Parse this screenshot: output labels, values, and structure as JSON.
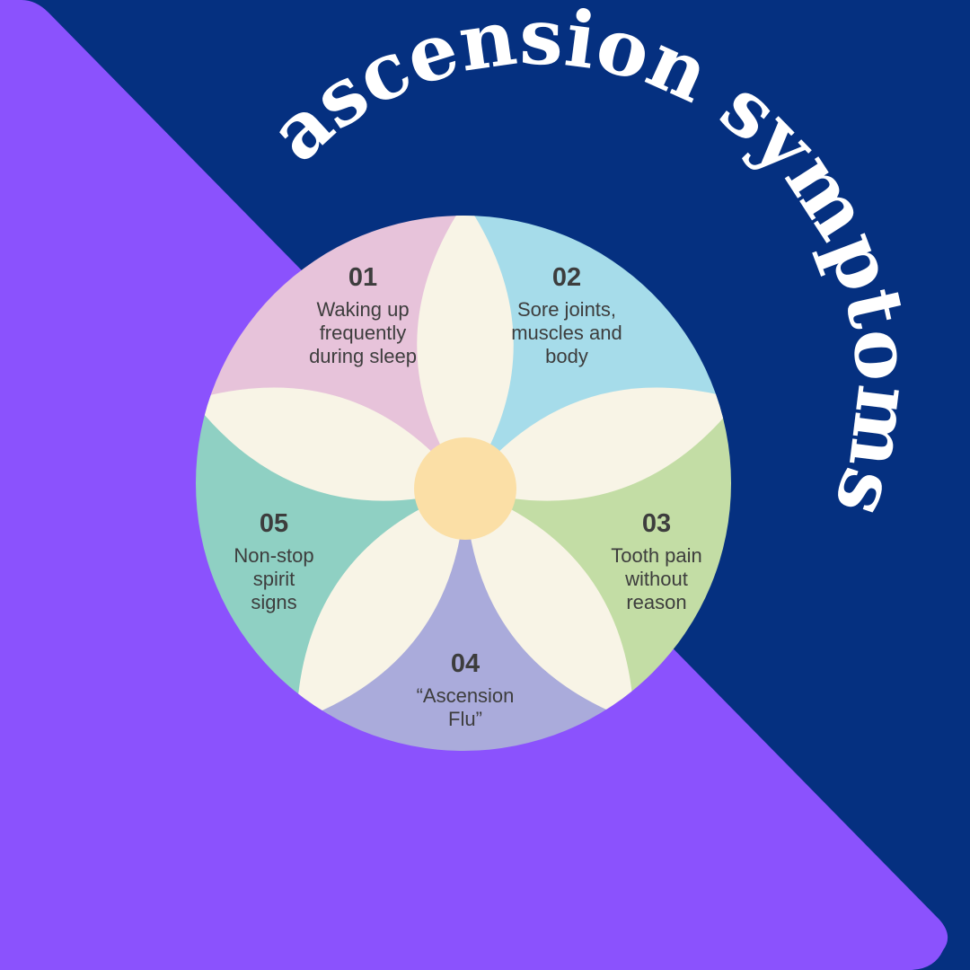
{
  "title": "ascension symptoms",
  "colors": {
    "background_dark": "#053080",
    "background_purple": "#8b52fd",
    "petal": "#f8f4e6",
    "center": "#fbdfa6",
    "title_text": "#ffffff",
    "segment_text": "#3d3d3d"
  },
  "segments": [
    {
      "number": "01",
      "lines": [
        "Waking up",
        "frequently",
        "during sleep"
      ],
      "color": "#a6dcea"
    },
    {
      "number": "02",
      "lines": [
        "Sore joints,",
        "muscles and",
        "body"
      ],
      "color": "#c3dda5"
    },
    {
      "number": "03",
      "lines": [
        "Tooth pain",
        "without",
        "reason"
      ],
      "color": "#aaabdb"
    },
    {
      "number": "04",
      "lines": [
        "“Ascension",
        "Flu”"
      ],
      "color": "#8fd0c3"
    },
    {
      "number": "05",
      "lines": [
        "Non-stop",
        "spirit",
        "signs"
      ],
      "color": "#e7c3da"
    }
  ]
}
